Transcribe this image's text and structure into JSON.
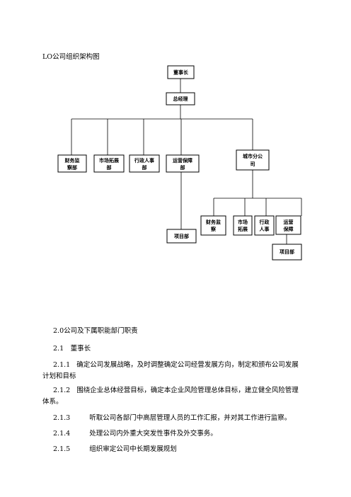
{
  "doc": {
    "heading": "LO公司组织架构图",
    "org": {
      "chairman": "董事长",
      "gm": "总经理",
      "finance": [
        "财务监",
        "察部"
      ],
      "market": [
        "市场拓展",
        "部"
      ],
      "admin": [
        "行政人事",
        "部"
      ],
      "ops": [
        "运营保障",
        "部"
      ],
      "city": [
        "城市分公",
        "司"
      ],
      "project": "项目部",
      "city_finance": [
        "财务监",
        "察"
      ],
      "city_market": [
        "市场",
        "拓展"
      ],
      "city_admin": [
        "行政",
        "人事"
      ],
      "city_ops": [
        "运营",
        "保障"
      ],
      "city_project": "项目部"
    },
    "section_title": "2.0公司及下属职能部门职责",
    "sub_title": "2.1　董事长",
    "items": [
      {
        "num": "2.1.1",
        "text": "确定公司发展战略，及时调整确定公司经营发展方向，制定和颁布公司发展",
        "cont": "计划和目标"
      },
      {
        "num": "2.1.2",
        "text": "围绕企业总体经营目标，确定本企业风险管理总体目标，建立健全风险管理",
        "cont": "体系。"
      },
      {
        "num": "2.1.3",
        "text": "听取公司各部门中高层管理人员的工作汇报，并对其工作进行监察。",
        "cont": ""
      },
      {
        "num": "2.1.4",
        "text": "处理公司内外重大突发性事件及外交事务。",
        "cont": ""
      },
      {
        "num": "2.1.5",
        "text": "组织审定公司中长期发展规划",
        "cont": ""
      }
    ]
  }
}
